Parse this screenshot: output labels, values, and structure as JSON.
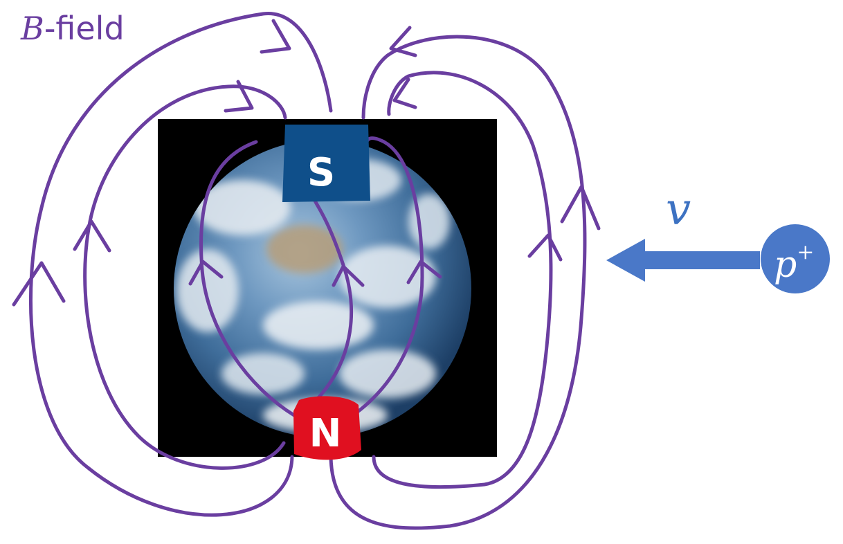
{
  "diagram": {
    "field_label_symbol": "B",
    "field_label_suffix": "-field",
    "velocity_label": "v",
    "south_pole_label": "S",
    "north_pole_label": "N",
    "particle_base": "p",
    "particle_charge": "+"
  },
  "colors": {
    "field_lines": "#6a3ea0",
    "south_pole": "#0f4f8a",
    "north_pole": "#e01020",
    "velocity_arrow": "#4a78c8",
    "particle": "#4a78c8",
    "velocity_text": "#3d72c2",
    "earth_background": "#000000"
  }
}
